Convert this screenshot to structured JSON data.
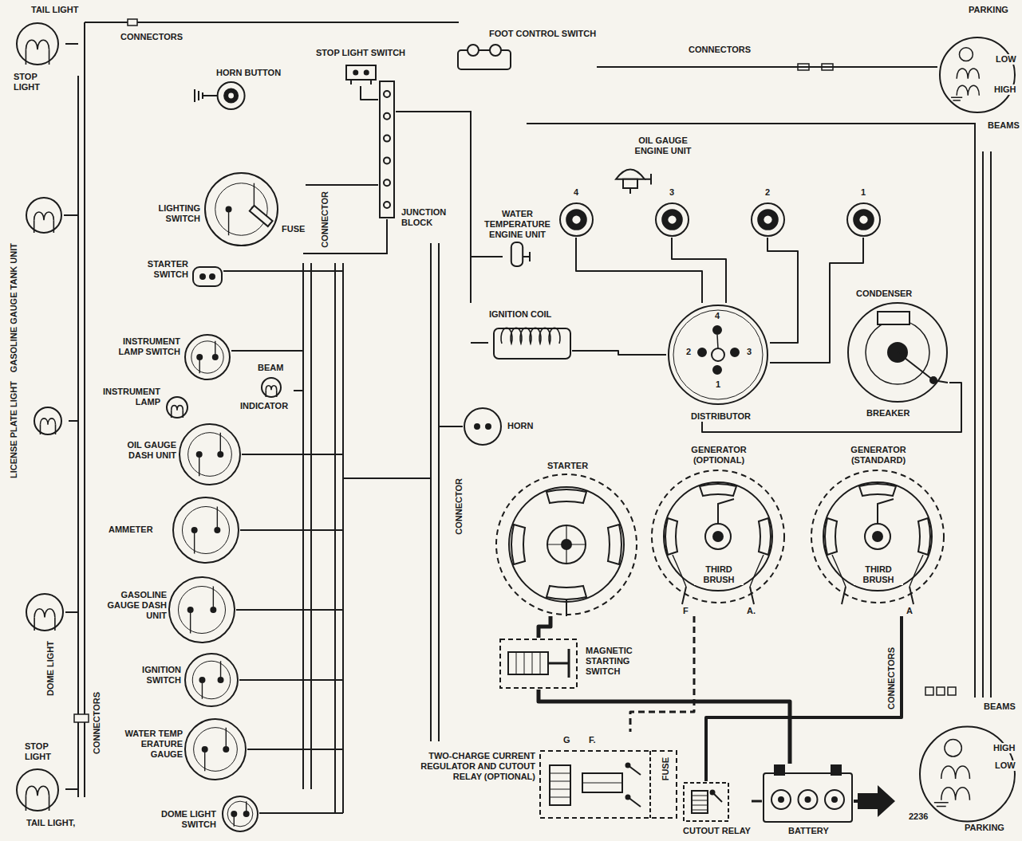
{
  "diagram": {
    "nodes": [
      {
        "text": [
          "TAIL LIGHT",
          "STOP LIGHT"
        ]
      },
      {
        "text": [
          "STOP LIGHT SWITCH"
        ]
      },
      {
        "text": [
          "HORN BUTTON"
        ]
      },
      {
        "text": [
          "JUNCTION BLOCK"
        ]
      },
      {
        "text": [
          "LIGHTING SWITCH",
          "FUSE"
        ]
      },
      {
        "text": [
          "STARTER SWITCH"
        ]
      },
      {
        "text": [
          "INSTRUMENT LAMP SWITCH"
        ]
      },
      {
        "text": [
          "INSTRUMENT LAMP"
        ]
      },
      {
        "text": [
          "BEAM",
          "INDICATOR"
        ]
      },
      {
        "text": [
          "OIL GAUGE DASH UNIT"
        ]
      },
      {
        "text": [
          "AMMETER"
        ]
      },
      {
        "text": [
          "GASOLINE GAUGE DASH UNIT"
        ]
      },
      {
        "text": [
          "IGNITION SWITCH"
        ]
      },
      {
        "text": [
          "WATER TEMP ERATURE GAUGE"
        ]
      },
      {
        "text": [
          "DOME LIGHT SWITCH"
        ]
      },
      {
        "text": [
          "GASOLINE GAUGE TANK UNIT"
        ]
      },
      {
        "text": [
          "LICENSE PLATE LIGHT"
        ]
      },
      {
        "text": [
          "DOME LIGHT"
        ]
      },
      {
        "text": [
          "STOP LIGHT",
          "TAIL LIGHT,"
        ]
      },
      {
        "text": [
          "FOOT CONTROL SWITCH"
        ]
      },
      {
        "text": [
          "PARKING",
          "LOW",
          "HIGH",
          "BEAMS"
        ]
      },
      {
        "text": [
          "OIL GAUGE ENGINE UNIT"
        ]
      },
      {
        "text": [
          "WATER TEMPERATURE ENGINE UNIT"
        ]
      },
      {
        "text": [
          "4"
        ]
      },
      {
        "text": [
          "3"
        ]
      },
      {
        "text": [
          "2"
        ]
      },
      {
        "text": [
          "1"
        ]
      },
      {
        "text": [
          "IGNITION COIL"
        ]
      },
      {
        "text": [
          "4",
          "2",
          "3",
          "1",
          "DISTRIBUTOR"
        ]
      },
      {
        "text": [
          "CONDENSER",
          "BREAKER"
        ]
      },
      {
        "text": [
          "HORN"
        ]
      },
      {
        "text": [
          "STARTER"
        ]
      },
      {
        "text": [
          "GENERATOR (OPTIONAL)",
          "THIRD BRUSH",
          "F",
          "A."
        ]
      },
      {
        "text": [
          "GENERATOR (STANDARD)",
          "THIRD BRUSH",
          "A"
        ]
      },
      {
        "text": [
          "MAGNETIC STARTING SWITCH"
        ]
      },
      {
        "text": [
          "TWO-CHARGE CURRENT REGULATOR AND CUTOUT RELAY (OPTIONAL)",
          "G",
          "F.",
          "FUSE"
        ]
      },
      {
        "text": [
          "CUTOUT RELAY"
        ]
      },
      {
        "text": [
          "BATTERY"
        ]
      },
      {
        "text": [
          "BEAMS",
          "HIGH",
          "LOW",
          "PARKING"
        ]
      }
    ],
    "edges": [
      {
        "from": 37,
        "to": 34,
        "arrow": "none"
      },
      {
        "from": 34,
        "to": 31,
        "arrow": "none"
      },
      {
        "from": 33,
        "to": 36,
        "arrow": "none"
      },
      {
        "from": 32,
        "to": 35,
        "arrow": "none"
      },
      {
        "from": 27,
        "to": 28,
        "arrow": "none"
      },
      {
        "from": 28,
        "to": 23,
        "arrow": "none"
      },
      {
        "from": 28,
        "to": 24,
        "arrow": "none"
      },
      {
        "from": 28,
        "to": 25,
        "arrow": "none"
      },
      {
        "from": 28,
        "to": 26,
        "arrow": "none"
      },
      {
        "from": 28,
        "to": 29,
        "arrow": "none"
      },
      {
        "from": 19,
        "to": 20,
        "arrow": "none"
      },
      {
        "from": 1,
        "to": 3,
        "arrow": "none"
      },
      {
        "from": 4,
        "to": 3,
        "arrow": "none"
      },
      {
        "from": 36,
        "to": 37,
        "arrow": "none"
      }
    ],
    "labels": [
      "CONNECTORS",
      "CONNECTORS",
      "CONNECTOR",
      "CONNECTOR",
      "CONNECTORS",
      "CONNECTORS",
      "2236"
    ]
  }
}
